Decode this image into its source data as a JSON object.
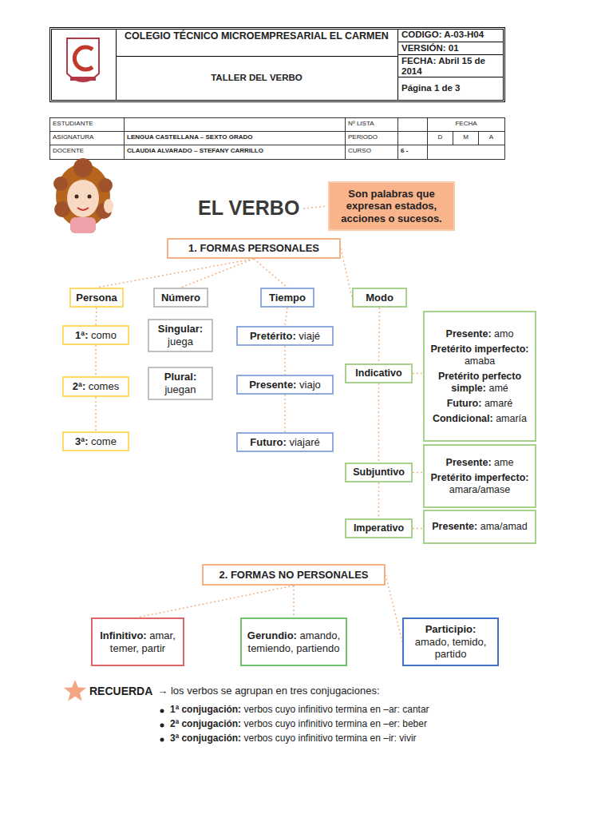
{
  "diagram": {
    "title": "EL VERBO",
    "nodes": [
      {
        "text": [
          "Son palabras que expresan estados, acciones o sucesos."
        ]
      },
      {
        "text": [
          "1. FORMAS PERSONALES"
        ]
      },
      {
        "text": [
          "Persona"
        ]
      },
      {
        "text": [
          "Número"
        ]
      },
      {
        "text": [
          "Tiempo"
        ]
      },
      {
        "text": [
          "Modo"
        ]
      },
      {
        "text": [
          "1ª: como"
        ]
      },
      {
        "text": [
          "2ª: comes"
        ]
      },
      {
        "text": [
          "3ª: come"
        ]
      },
      {
        "text": [
          "Singular: juega"
        ]
      },
      {
        "text": [
          "Plural: juegan"
        ]
      },
      {
        "text": [
          "Pretérito: viajé"
        ]
      },
      {
        "text": [
          "Presente: viajo"
        ]
      },
      {
        "text": [
          "Futuro: viajaré"
        ]
      },
      {
        "text": [
          "Indicativo"
        ]
      },
      {
        "text": [
          "Presente: amo",
          "Pretérito imperfecto: amaba",
          "Pretérito perfecto simple: amé",
          "Futuro: amaré",
          "Condicional: amaría"
        ]
      },
      {
        "text": [
          "Subjuntivo"
        ]
      },
      {
        "text": [
          "Presente: ame",
          "Pretérito imperfecto: amara/amase"
        ]
      },
      {
        "text": [
          "Imperativo"
        ]
      },
      {
        "text": [
          "Presente: ama/amad"
        ]
      },
      {
        "text": [
          "2. FORMAS NO PERSONALES"
        ]
      },
      {
        "text": [
          "Infinitivo: amar, temer, partir"
        ]
      },
      {
        "text": [
          "Gerundio: amando, temiendo, partiendo"
        ]
      },
      {
        "text": [
          "Participio: amado, temido, partido"
        ]
      }
    ],
    "edges": [
      {
        "from": 1,
        "to": 2,
        "arrow": "none"
      },
      {
        "from": 1,
        "to": 3,
        "arrow": "none"
      },
      {
        "from": 1,
        "to": 4,
        "arrow": "none"
      },
      {
        "from": 1,
        "to": 5,
        "arrow": "none"
      },
      {
        "from": 2,
        "to": 6,
        "arrow": "none"
      },
      {
        "from": 6,
        "to": 7,
        "arrow": "none"
      },
      {
        "from": 7,
        "to": 8,
        "arrow": "none"
      },
      {
        "from": 4,
        "to": 11,
        "arrow": "none"
      },
      {
        "from": 11,
        "to": 12,
        "arrow": "none"
      },
      {
        "from": 12,
        "to": 13,
        "arrow": "none"
      },
      {
        "from": 5,
        "to": 14,
        "arrow": "none"
      },
      {
        "from": 14,
        "to": 15,
        "arrow": "none"
      },
      {
        "from": 14,
        "to": 16,
        "arrow": "none"
      },
      {
        "from": 16,
        "to": 17,
        "arrow": "none"
      },
      {
        "from": 16,
        "to": 18,
        "arrow": "none"
      },
      {
        "from": 18,
        "to": 19,
        "arrow": "none"
      },
      {
        "from": 20,
        "to": 21,
        "arrow": "none"
      },
      {
        "from": 20,
        "to": 22,
        "arrow": "none"
      },
      {
        "from": 20,
        "to": 23,
        "arrow": "none"
      }
    ],
    "labels": [
      "COLEGIO TÉCNICO MICROEMPRESARIAL EL CARMEN",
      "TALLER DEL VERBO",
      "CODIGO: A-03-H04",
      "VERSIÓN: 01",
      "FECHA: Abril 15 de 2014",
      "Página 1 de 3",
      "ESTUDIANTE",
      "Nº LISTA",
      "FECHA",
      "ASIGNATURA",
      "LENGUA CASTELLANA – SEXTO GRADO",
      "PERIODO",
      "D",
      "M",
      "A",
      "DOCENTE",
      "CLAUDIA ALVARADO – STEFANY CARRILLO",
      "CURSO",
      "6 -",
      "RECUERDA",
      "→ los verbos se agrupan en tres conjugaciones:",
      "1ª conjugación: verbos cuyo infinitivo termina en –ar: cantar",
      "2ª conjugación: verbos cuyo infinitivo termina en –er: beber",
      "3ª conjugación: verbos cuyo infinitivo termina en –ir: vivir"
    ]
  }
}
